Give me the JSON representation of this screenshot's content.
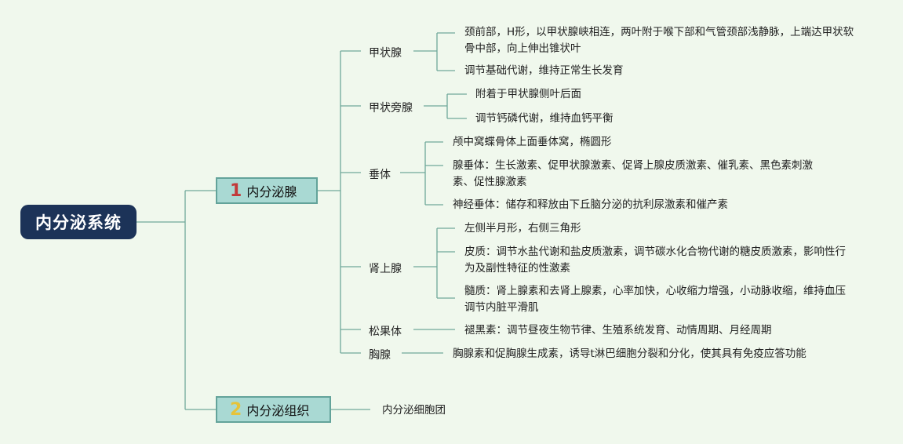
{
  "root": "内分泌系统",
  "main": [
    {
      "num": "1",
      "label": "内分泌腺"
    },
    {
      "num": "2",
      "label": "内分泌组织"
    }
  ],
  "glands": [
    {
      "label": "甲状腺",
      "children": [
        "颈前部，H形，以甲状腺峡相连，两叶附于喉下部和气管颈部浅静脉，上端达甲状软骨中部，向上伸出锥状叶",
        "调节基础代谢，维持正常生长发育"
      ]
    },
    {
      "label": "甲状旁腺",
      "children": [
        "附着于甲状腺侧叶后面",
        "调节钙磷代谢，维持血钙平衡"
      ]
    },
    {
      "label": "垂体",
      "children": [
        "颅中窝蝶骨体上面垂体窝，椭圆形",
        "腺垂体：生长激素、促甲状腺激素、促肾上腺皮质激素、催乳素、黑色素刺激素、促性腺激素",
        "神经垂体：储存和释放由下丘脑分泌的抗利尿激素和催产素"
      ]
    },
    {
      "label": "肾上腺",
      "children": [
        "左侧半月形，右侧三角形",
        "皮质：调节水盐代谢和盐皮质激素，调节碳水化合物代谢的糖皮质激素，影响性行为及副性特征的性激素",
        "髓质：肾上腺素和去肾上腺素，心率加快，心收缩力增强，小动脉收缩，维持血压调节内脏平滑肌"
      ]
    },
    {
      "label": "松果体",
      "children": [
        "褪黑素：调节昼夜生物节律、生殖系统发育、动情周期、月经周期"
      ]
    },
    {
      "label": "胸腺",
      "children": [
        "胸腺素和促胸腺生成素，诱导t淋巴细胞分裂和分化，使其具有免疫应答功能"
      ]
    }
  ],
  "tissue": [
    "内分泌细胞团"
  ],
  "colors": {
    "background": "#f0f8ed",
    "line": "#6fa89a",
    "root": "#1c3358",
    "main_fill": "#a9d9d3"
  }
}
